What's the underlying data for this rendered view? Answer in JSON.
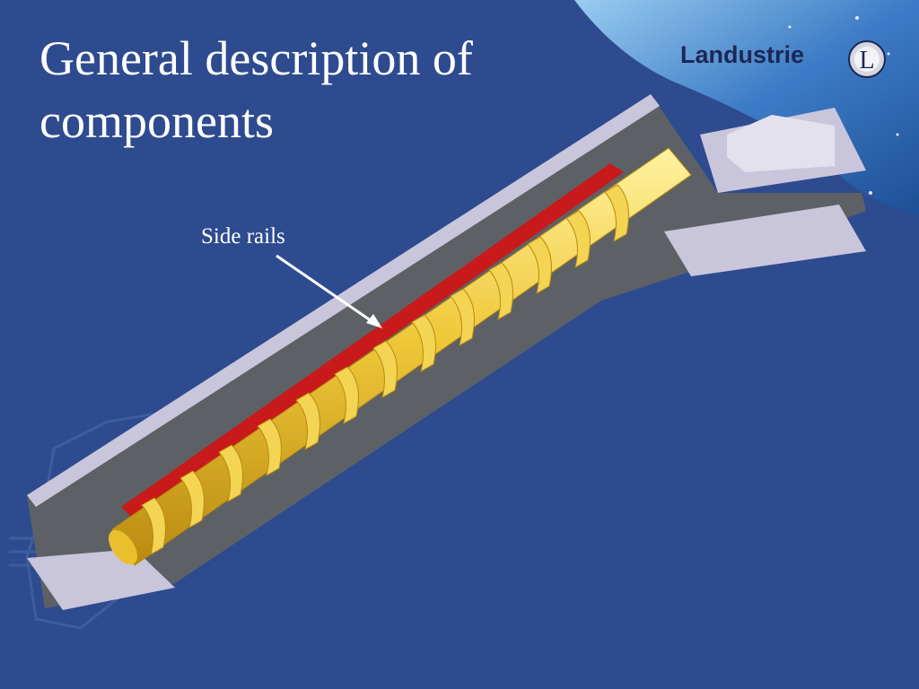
{
  "slide": {
    "title_line1": "General description of",
    "title_line2": "components",
    "callout_label": "Side rails"
  },
  "logo": {
    "brand_text": "Landustrie",
    "emblem_letter": "L"
  },
  "illustration": {
    "subject": "inclined screw conveyor with trough",
    "colors": {
      "background": "#2e4b8f",
      "trough": "#5d6166",
      "platform": "#c9c6dc",
      "screw": "#f0c93a",
      "side_rail": "#c81a1a",
      "water": "#5a9fd8"
    }
  }
}
